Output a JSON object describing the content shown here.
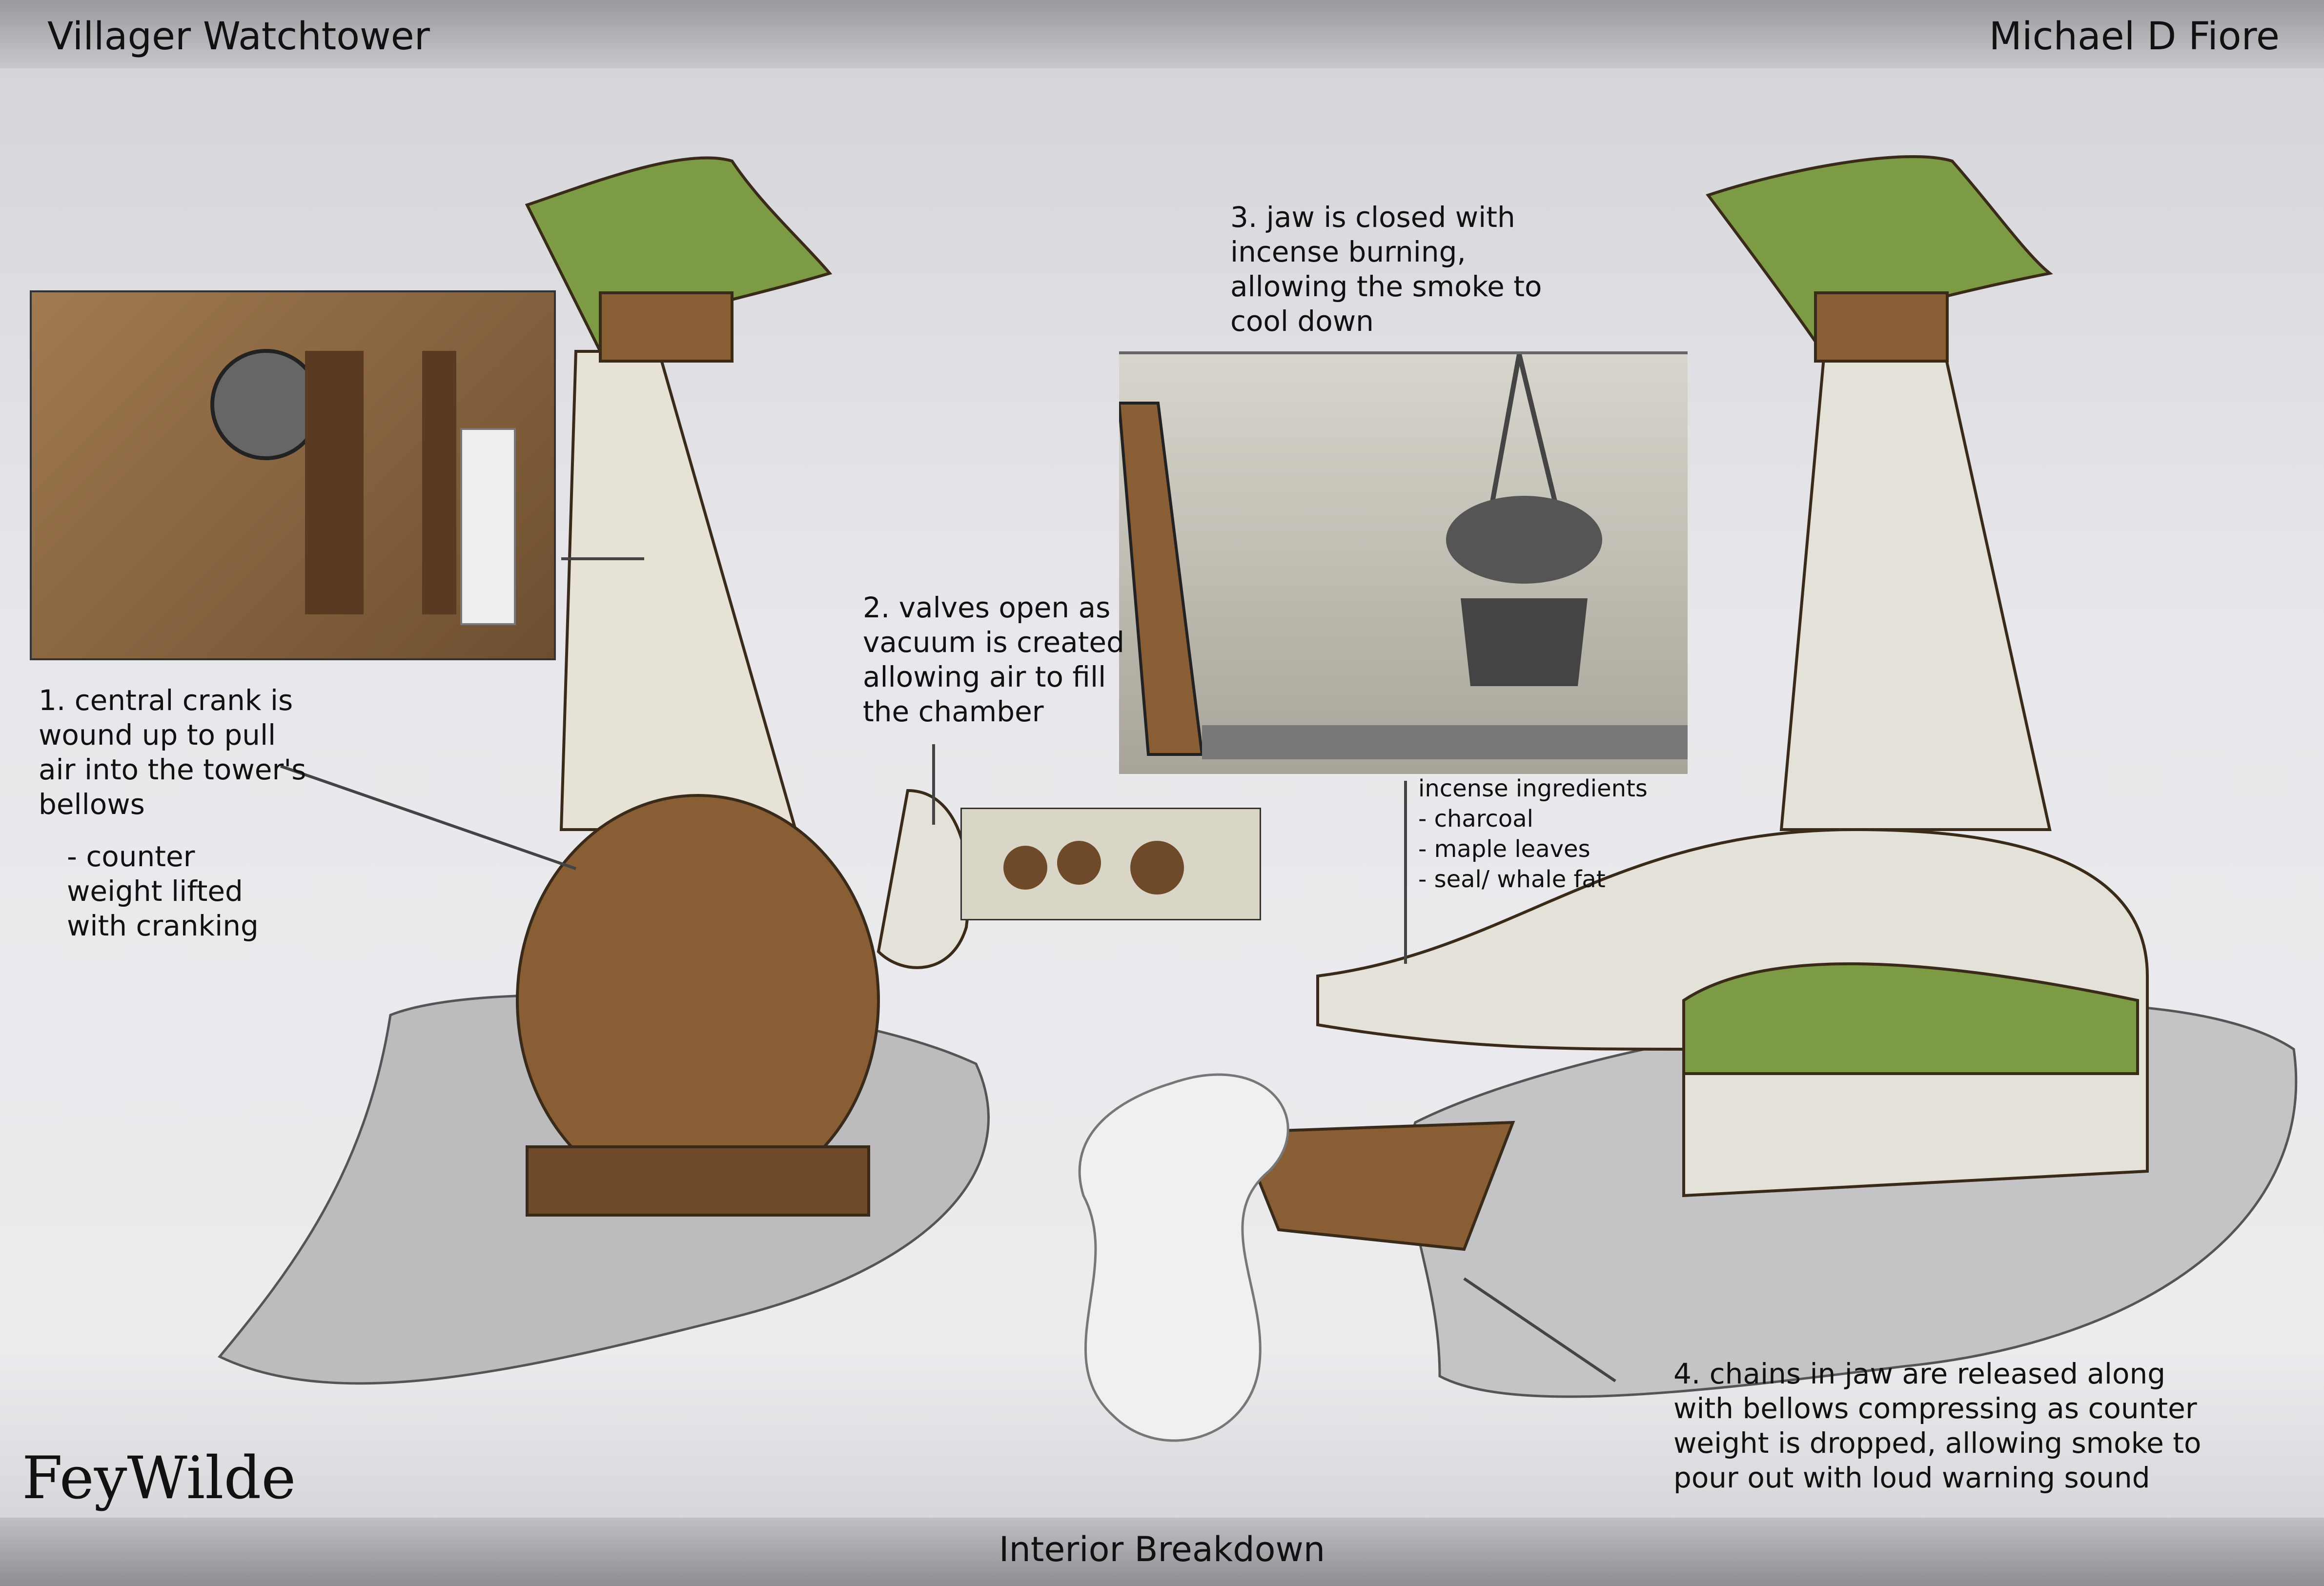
{
  "header": {
    "title": "Villager Watchtower",
    "artist": "Michael D Fiore"
  },
  "footer": {
    "caption": "Interior Breakdown",
    "logo": "FeyWilde"
  },
  "notes": {
    "note1": [
      "1. central crank is",
      "wound up to pull",
      "air into the tower's",
      "bellows"
    ],
    "note1_sub": [
      "- counter",
      "weight lifted",
      "with cranking"
    ],
    "note2": [
      "2. valves open as",
      "vacuum is created",
      "allowing air to fill",
      "the chamber"
    ],
    "note3": [
      "3. jaw is closed with",
      "incense burning,",
      "allowing the smoke to",
      "cool down"
    ],
    "ingredients": [
      "incense ingredients",
      "- charcoal",
      "- maple leaves",
      "- seal/ whale fat"
    ],
    "note4": [
      "4. chains in jaw are released along",
      "with bellows compressing as counter",
      "weight is dropped, allowing smoke to",
      "pour out with loud warning  sound"
    ]
  },
  "colors": {
    "roof": "#7d9a45",
    "wood": "#7a5430",
    "wall": "#e4e2d8",
    "island": "#bdbdc0"
  }
}
